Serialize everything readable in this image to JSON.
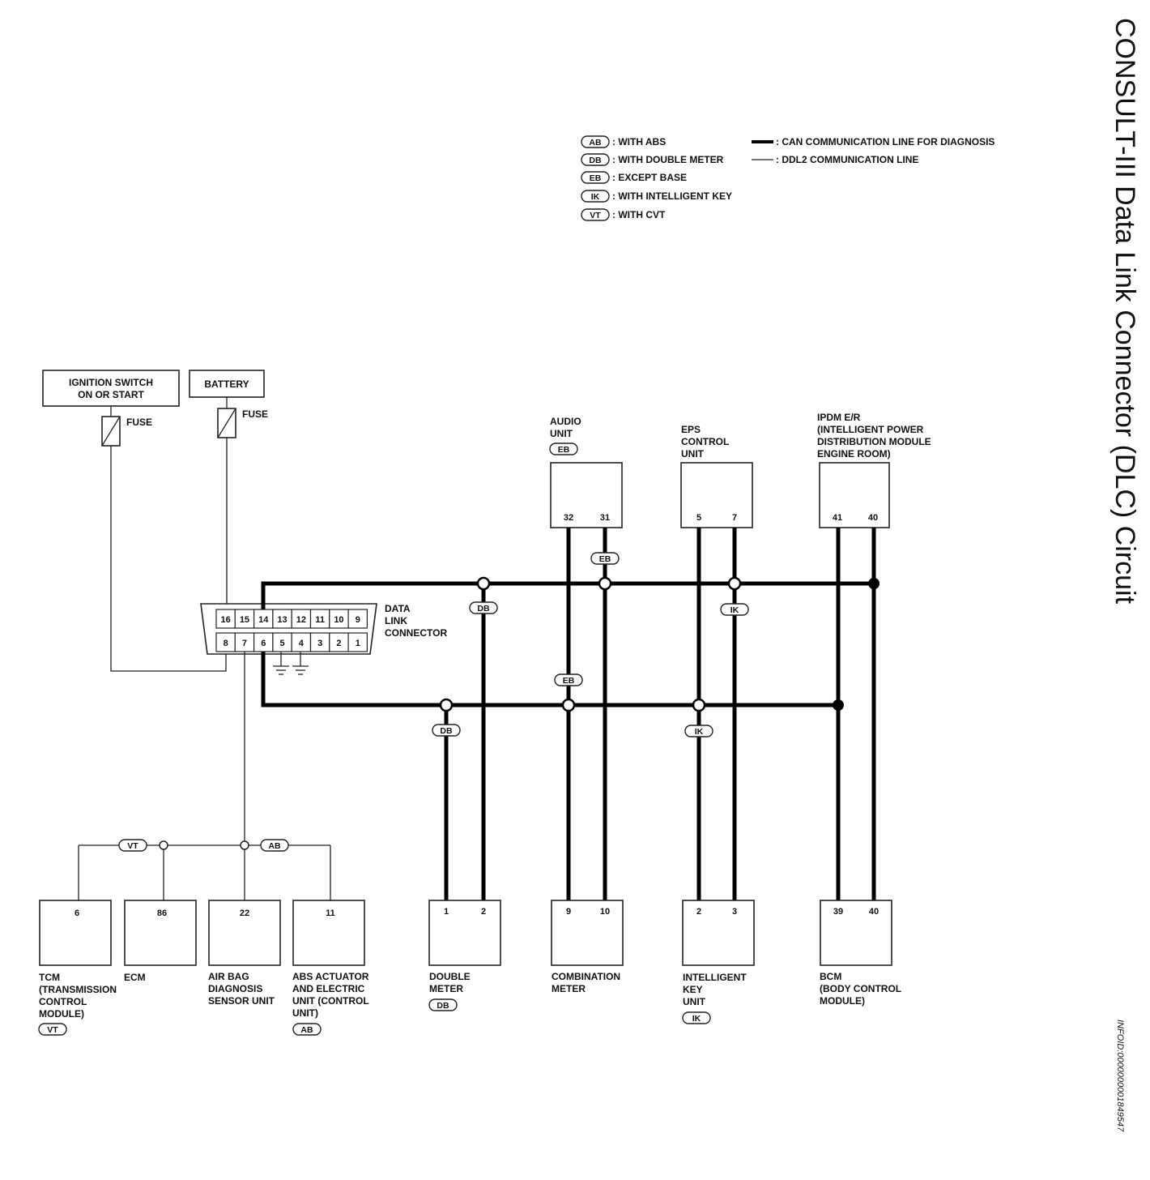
{
  "title": "CONSULT-III Data Link Connector (DLC) Circuit",
  "info_id": "INFOID:0000000001849547",
  "legend": {
    "codes": [
      {
        "tag": "AB",
        "text": ": WITH ABS"
      },
      {
        "tag": "DB",
        "text": ": WITH DOUBLE METER"
      },
      {
        "tag": "EB",
        "text": ": EXCEPT BASE"
      },
      {
        "tag": "IK",
        "text": ": WITH INTELLIGENT KEY"
      },
      {
        "tag": "VT",
        "text": ": WITH CVT"
      }
    ],
    "lines": [
      {
        "style": "thick",
        "text": ": CAN COMMUNICATION LINE FOR DIAGNOSIS"
      },
      {
        "style": "thin",
        "text": ": DDL2 COMMUNICATION LINE"
      }
    ]
  },
  "power": {
    "ignition": [
      "IGNITION SWITCH",
      "ON OR START"
    ],
    "battery": "BATTERY",
    "fuse1": "FUSE",
    "fuse2": "FUSE"
  },
  "dlc": {
    "label": [
      "DATA",
      "LINK",
      "CONNECTOR"
    ],
    "top_pins": [
      "16",
      "15",
      "14",
      "13",
      "12",
      "11",
      "10",
      "9"
    ],
    "bottom_pins": [
      "8",
      "7",
      "6",
      "5",
      "4",
      "3",
      "2",
      "1"
    ]
  },
  "top_units": [
    {
      "label": [
        "AUDIO",
        "UNIT"
      ],
      "tag": "EB",
      "pins": [
        "32",
        "31"
      ]
    },
    {
      "label": [
        "EPS",
        "CONTROL",
        "UNIT"
      ],
      "pins": [
        "5",
        "7"
      ]
    },
    {
      "label": [
        "IPDM E/R",
        "(INTELLIGENT POWER",
        "DISTRIBUTION MODULE",
        "ENGINE ROOM)"
      ],
      "pins": [
        "41",
        "40"
      ]
    }
  ],
  "bottom_units": [
    {
      "label": [
        "TCM",
        "(TRANSMISSION",
        "CONTROL",
        "MODULE)"
      ],
      "tag": "VT",
      "pins": [
        "6"
      ]
    },
    {
      "label": [
        "ECM"
      ],
      "pins": [
        "86"
      ]
    },
    {
      "label": [
        "AIR BAG",
        "DIAGNOSIS",
        "SENSOR UNIT"
      ],
      "pins": [
        "22"
      ]
    },
    {
      "label": [
        "ABS ACTUATOR",
        "AND ELECTRIC",
        "UNIT (CONTROL",
        "UNIT)"
      ],
      "tag": "AB",
      "pins": [
        "11"
      ]
    },
    {
      "label": [
        "DOUBLE",
        "METER"
      ],
      "tag": "DB",
      "pins": [
        "1",
        "2"
      ]
    },
    {
      "label": [
        "COMBINATION",
        "METER"
      ],
      "pins": [
        "9",
        "10"
      ]
    },
    {
      "label": [
        "INTELLIGENT",
        "KEY",
        "UNIT"
      ],
      "tag": "IK",
      "pins": [
        "2",
        "3"
      ]
    },
    {
      "label": [
        "BCM",
        "(BODY CONTROL",
        "MODULE)"
      ],
      "pins": [
        "39",
        "40"
      ]
    }
  ],
  "wire_tags": {
    "db_upper": "DB",
    "eb_upper": "EB",
    "ik_upper": "IK",
    "eb_lower": "EB",
    "db_lower": "DB",
    "ik_lower": "IK",
    "vt_ddl": "VT",
    "ab_ddl": "AB"
  }
}
